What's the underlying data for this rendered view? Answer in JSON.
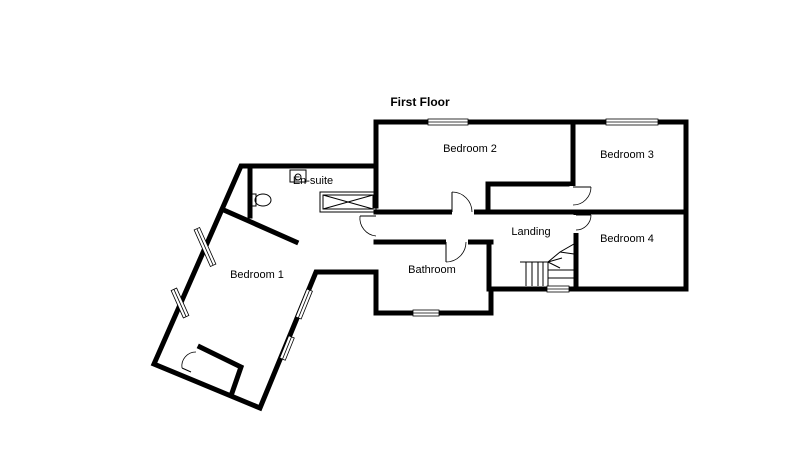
{
  "floor_title": "First Floor",
  "rooms": {
    "bedroom_1": "Bedroom 1",
    "bedroom_2": "Bedroom 2",
    "bedroom_3": "Bedroom 3",
    "bedroom_4": "Bedroom 4",
    "en_suite": "En-suite",
    "bathroom": "Bathroom",
    "landing": "Landing"
  }
}
